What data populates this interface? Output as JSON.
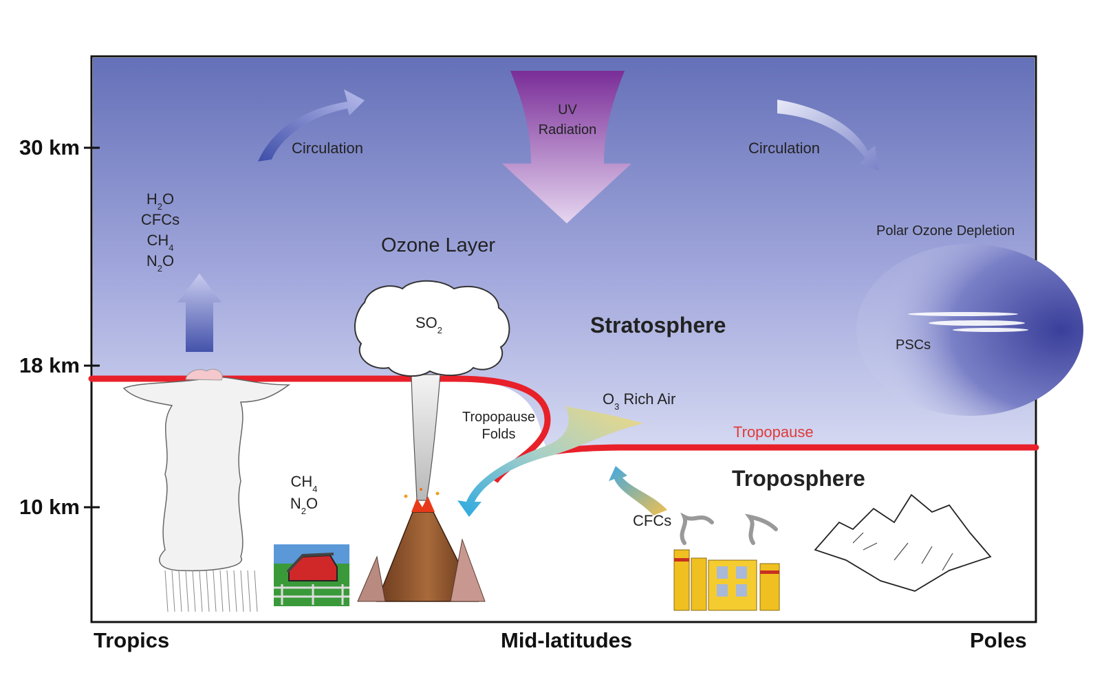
{
  "altitude_labels": [
    "30 km",
    "18 km",
    "10 km"
  ],
  "region_labels": {
    "tropics": "Tropics",
    "mid": "Mid-latitudes",
    "poles": "Poles"
  },
  "layers": {
    "stratosphere": "Stratosphere",
    "troposphere": "Troposphere",
    "ozone": "Ozone Layer"
  },
  "labels": {
    "circulation_left": "Circulation",
    "circulation_right": "Circulation",
    "uv_line1": "UV",
    "uv_line2": "Radiation",
    "polar_depletion": "Polar Ozone Depletion",
    "pscs": "PSCs",
    "tropopause": "Tropopause",
    "tropopause_folds_line1": "Tropopause",
    "tropopause_folds_line2": "Folds",
    "o3_rich": {
      "pre": "O",
      "sub": "3",
      "post": " Rich Air"
    },
    "cfcs_bottom": "CFCs",
    "so2": {
      "pre": "SO",
      "sub": "2"
    }
  },
  "gases_tropics": {
    "h2o": {
      "pre": "H",
      "sub": "2",
      "post": "O"
    },
    "cfcs": "CFCs",
    "ch4": {
      "pre": "CH",
      "sub": "4"
    },
    "n2o": {
      "pre": "N",
      "sub": "2",
      "post": "O"
    }
  },
  "gases_farm": {
    "ch4": {
      "pre": "CH",
      "sub": "4"
    },
    "n2o": {
      "pre": "N",
      "sub": "2",
      "post": "O"
    }
  },
  "colors": {
    "sky_top": "#6470b8",
    "sky_bottom": "#d2d6f0",
    "tropopause": "#e8202a",
    "uv_arrow": "#8a3fa8",
    "tropopause_text": "#e03a3a"
  }
}
